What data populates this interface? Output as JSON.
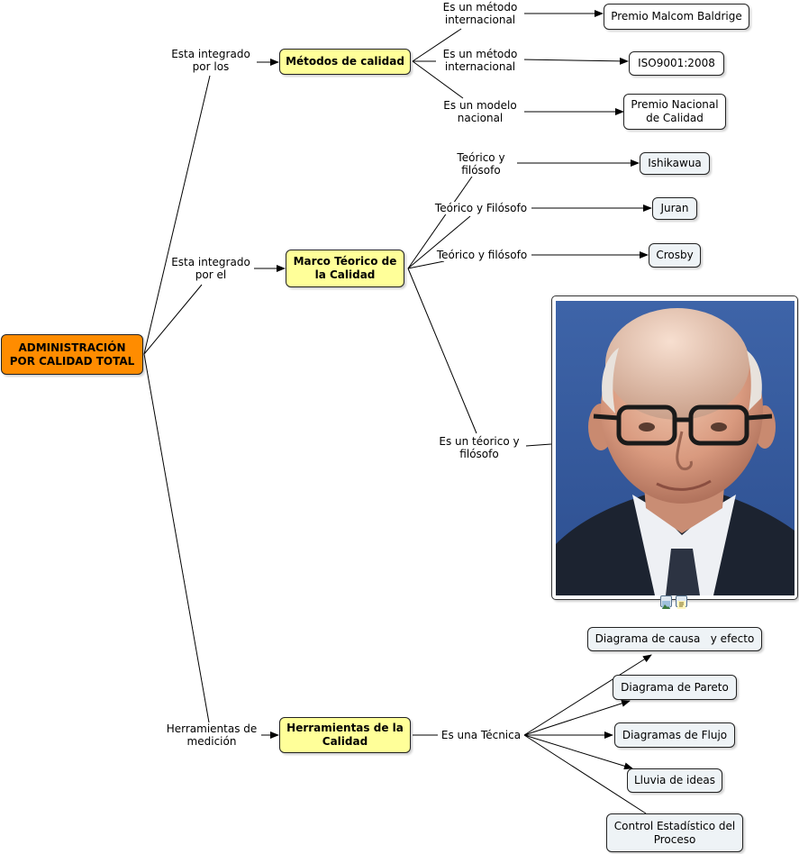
{
  "nodes": {
    "root": "ADMINISTRACIÓN POR CALIDAD TOTAL",
    "metodos": "Métodos de calidad",
    "marco": "Marco Téorico de la Calidad",
    "herramientas": "Herramientas de la Calidad",
    "baldrige": "Premio Malcom Baldrige",
    "iso": "ISO9001:2008",
    "nacional": "Premio Nacional de Calidad",
    "ishikawa": "Ishikawua",
    "juran": "Juran",
    "crosby": "Crosby",
    "causa": "Diagrama de causa   y efecto",
    "pareto": "Diagrama de Pareto",
    "flujo": "Diagramas de Flujo",
    "lluvia": "Lluvia de ideas",
    "control": "Control Estadístico del Proceso"
  },
  "labels": {
    "integrado_los": "Esta integrado por los",
    "integrado_el": "Esta integrado por el",
    "medicion": "Herramientas de medición",
    "metodo_int_1": "Es un método internacional",
    "metodo_int_2": "Es un método internacional",
    "modelo_nac": "Es un modelo nacional",
    "teorico_1": "Teórico y filósofo",
    "teorico_2": "Teórico y Filósofo",
    "teorico_3": "Teórico y filósofo",
    "teorico_4": "Es un téorico y filósofo",
    "tecnica": "Es una Técnica"
  },
  "icons": {
    "photo": "portrait-photo",
    "image_resource": "image-icon",
    "note_resource": "note-icon"
  },
  "colors": {
    "root_fill": "#ff8c00",
    "main_fill": "#ffff99",
    "leaf_fill": "#ffffff",
    "tool_fill": "#eef3f6"
  }
}
